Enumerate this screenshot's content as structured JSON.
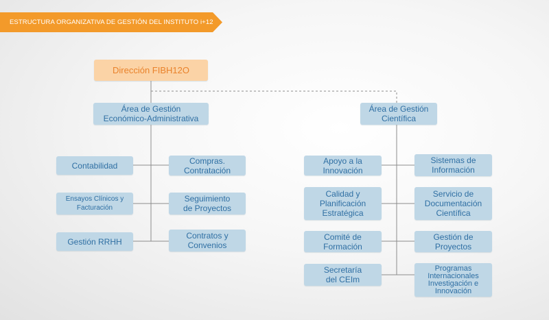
{
  "banner": {
    "title": "ESTRUCTURA ORGANIZATIVA DE GESTIÓN DEL INSTITUTO i+12"
  },
  "chart": {
    "top": "Dirección FIBH12O",
    "left_branch": {
      "title": "Área de Gestión\nEconómico-Administrativa",
      "items": [
        "Contabilidad",
        "Compras.\nContratación",
        "Ensayos Clínicos y\nFacturación",
        "Seguimiento\nde Proyectos",
        "Gestión RRHH",
        "Contratos y\nConvenios"
      ]
    },
    "right_branch": {
      "title": "Área de Gestión\nCientífica",
      "items": [
        "Apoyo a la\nInnovación",
        "Sistemas de\nInformación",
        "Calidad y\nPlanificación\nEstratégica",
        "Servicio de\nDocumentación\nCientífica",
        "Comité de\nFormación",
        "Gestión de\nProyectos",
        "Secretaría\ndel CEIm",
        "Programas\nInternacionales\nInvestigación e\nInnovación"
      ]
    }
  },
  "colors": {
    "banner": "#f39a2a",
    "top_node_fill": "#fbd3a6",
    "top_node_text": "#e9822a",
    "node_fill": "#bfd7e6",
    "node_text": "#2f6fa3",
    "connector": "#8c8c8c"
  }
}
